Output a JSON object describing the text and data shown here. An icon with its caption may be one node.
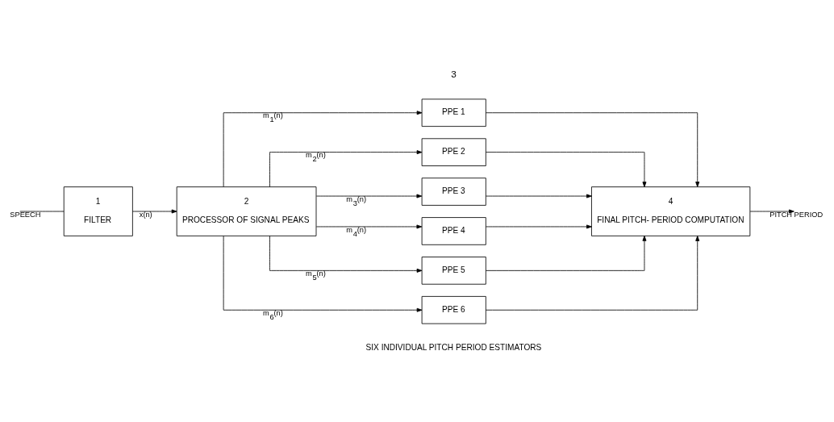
{
  "diagram": {
    "nodes": [
      {
        "text": [
          "1",
          "FILTER"
        ]
      },
      {
        "text": [
          "2",
          "PROCESSOR OF SIGNAL PEAKS"
        ]
      },
      {
        "text": [
          "PPE 1"
        ]
      },
      {
        "text": [
          "PPE 2"
        ]
      },
      {
        "text": [
          "PPE 3"
        ]
      },
      {
        "text": [
          "PPE 4"
        ]
      },
      {
        "text": [
          "PPE 5"
        ]
      },
      {
        "text": [
          "PPE 6"
        ]
      },
      {
        "text": [
          "4",
          "FINAL PITCH- PERIOD COMPUTATION"
        ]
      }
    ],
    "edges": [
      {
        "from": null,
        "to": 0,
        "arrow": "none",
        "label": "SPEECH"
      },
      {
        "from": 0,
        "to": 1,
        "arrow": "to",
        "label": "x(n)"
      },
      {
        "from": 1,
        "to": 2,
        "arrow": "to",
        "label": "m$_{1}$(n)"
      },
      {
        "from": 1,
        "to": 3,
        "arrow": "to",
        "label": "m$_{2}$(n)"
      },
      {
        "from": 1,
        "to": 4,
        "arrow": "to",
        "label": "m$_{3}$(n)"
      },
      {
        "from": 1,
        "to": 5,
        "arrow": "to",
        "label": "m$_{4}$(n)"
      },
      {
        "from": 1,
        "to": 6,
        "arrow": "to",
        "label": "m$_{5}$(n)"
      },
      {
        "from": 1,
        "to": 7,
        "arrow": "to",
        "label": "m$_{6}$(n)"
      },
      {
        "from": 2,
        "to": 8,
        "arrow": "to"
      },
      {
        "from": 3,
        "to": 8,
        "arrow": "to"
      },
      {
        "from": 4,
        "to": 8,
        "arrow": "to"
      },
      {
        "from": 5,
        "to": 8,
        "arrow": "to"
      },
      {
        "from": 6,
        "to": 8,
        "arrow": "to"
      },
      {
        "from": 7,
        "to": 8,
        "arrow": "to"
      },
      {
        "from": 8,
        "to": null,
        "arrow": "to",
        "label": "PITCH PERIOD"
      }
    ],
    "labels": [
      "3",
      "SIX INDIVIDUAL PITCH PERIOD ESTIMATORS"
    ]
  }
}
